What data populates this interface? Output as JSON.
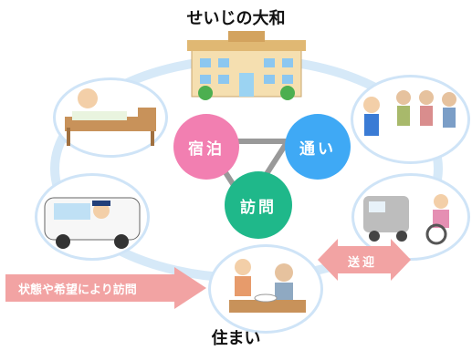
{
  "title_top": "せいじの大和",
  "title_bottom": "住まい",
  "services": {
    "lodging": "宿泊",
    "daycare": "通い",
    "visit": "訪問"
  },
  "arrows": {
    "left": "状態や希望により訪問",
    "right": "送迎"
  },
  "colors": {
    "lodging": "#f27fb1",
    "daycare": "#3fa9f5",
    "visit": "#1fb88a",
    "arrow": "#f2a3a3",
    "ring": "#d6e9f8"
  }
}
